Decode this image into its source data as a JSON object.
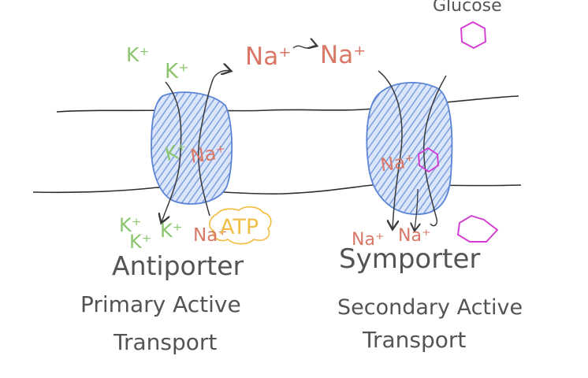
{
  "colors": {
    "membrane": "#2f2f2f",
    "protein_fill": "#7d9fe0",
    "protein_stroke": "#5b84d6",
    "potassium": "#8cc56e",
    "sodium": "#d97866",
    "glucose": "#d33bd3",
    "atp": "#f1bf48",
    "caption": "#545454",
    "arrow": "#3a3a3a"
  },
  "labels": {
    "glucose": "Glucose",
    "k_ion": "K⁺",
    "na_ion": "Na⁺",
    "na_ion_top_left": "Na⁺",
    "na_ion_top_right": "Na⁺",
    "atp": "ATP",
    "antiporter": "Antiporter",
    "antiporter_type_line1": "Primary Active",
    "antiporter_type_line2": "Transport",
    "symporter": "Symporter",
    "symporter_type_line1": "Secondary Active",
    "symporter_type_line2": "Transport",
    "arrow_tilde": "~"
  },
  "icons": {
    "glucose_shape": "hexagon-icon",
    "atp_shape": "burst-icon",
    "protein_shape": "transport-protein-icon"
  }
}
